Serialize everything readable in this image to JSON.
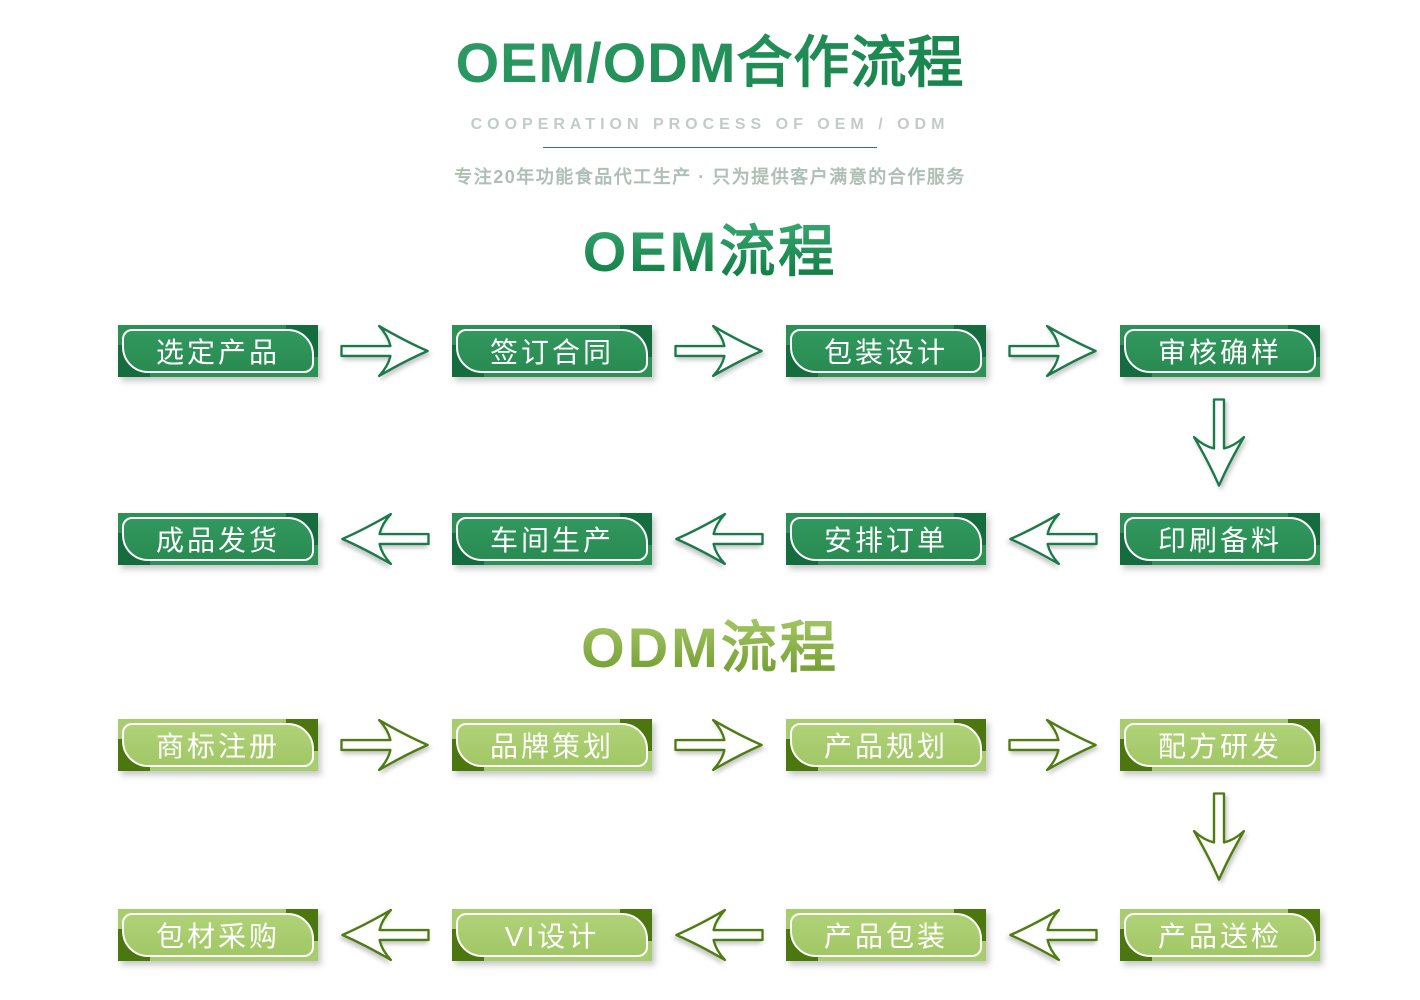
{
  "header": {
    "title": "OEM/ODM合作流程",
    "subtitle": "COOPERATION PROCESS OF OEM / ODM",
    "tagline": "专注20年功能食品代工生产 · 只为提供客户满意的合作服务"
  },
  "sections": [
    {
      "id": "oem",
      "heading": "OEM流程",
      "rows": [
        {
          "direction": "right",
          "steps": [
            "选定产品",
            "签订合同",
            "包装设计",
            "审核确样"
          ]
        },
        {
          "direction": "left",
          "steps": [
            "成品发货",
            "车间生产",
            "安排订单",
            "印刷备料"
          ]
        }
      ],
      "connector": "down-arrow from 审核确样 to 印刷备料"
    },
    {
      "id": "odm",
      "heading": "ODM流程",
      "rows": [
        {
          "direction": "right",
          "steps": [
            "商标注册",
            "品牌策划",
            "产品规划",
            "配方研发"
          ]
        },
        {
          "direction": "left",
          "steps": [
            "包材采购",
            "VI设计",
            "产品包装",
            "产品送检"
          ]
        }
      ],
      "connector": "down-arrow from 配方研发 to 产品送检"
    }
  ],
  "icons": {
    "arrow_right": "arrow-right-icon",
    "arrow_left": "arrow-left-icon",
    "arrow_down": "arrow-down-icon"
  },
  "colors": {
    "title_green_light": "#38a770",
    "title_green_dark": "#0d7a41",
    "odm_heading_light": "#a4c766",
    "odm_heading_dark": "#6f9b2d",
    "oem_box_fill": "#2d9156",
    "oem_box_corner": "#156c3f",
    "oem_arrow": "#1b7a4a",
    "odm_box_fill": "#a8cd6f",
    "odm_box_corner": "#4c760e",
    "odm_arrow": "#4e7c12",
    "subtitle_gray": "#c2cbc7",
    "tagline_gray": "#b0bfb4",
    "divider_green": "#2d7d5a"
  }
}
